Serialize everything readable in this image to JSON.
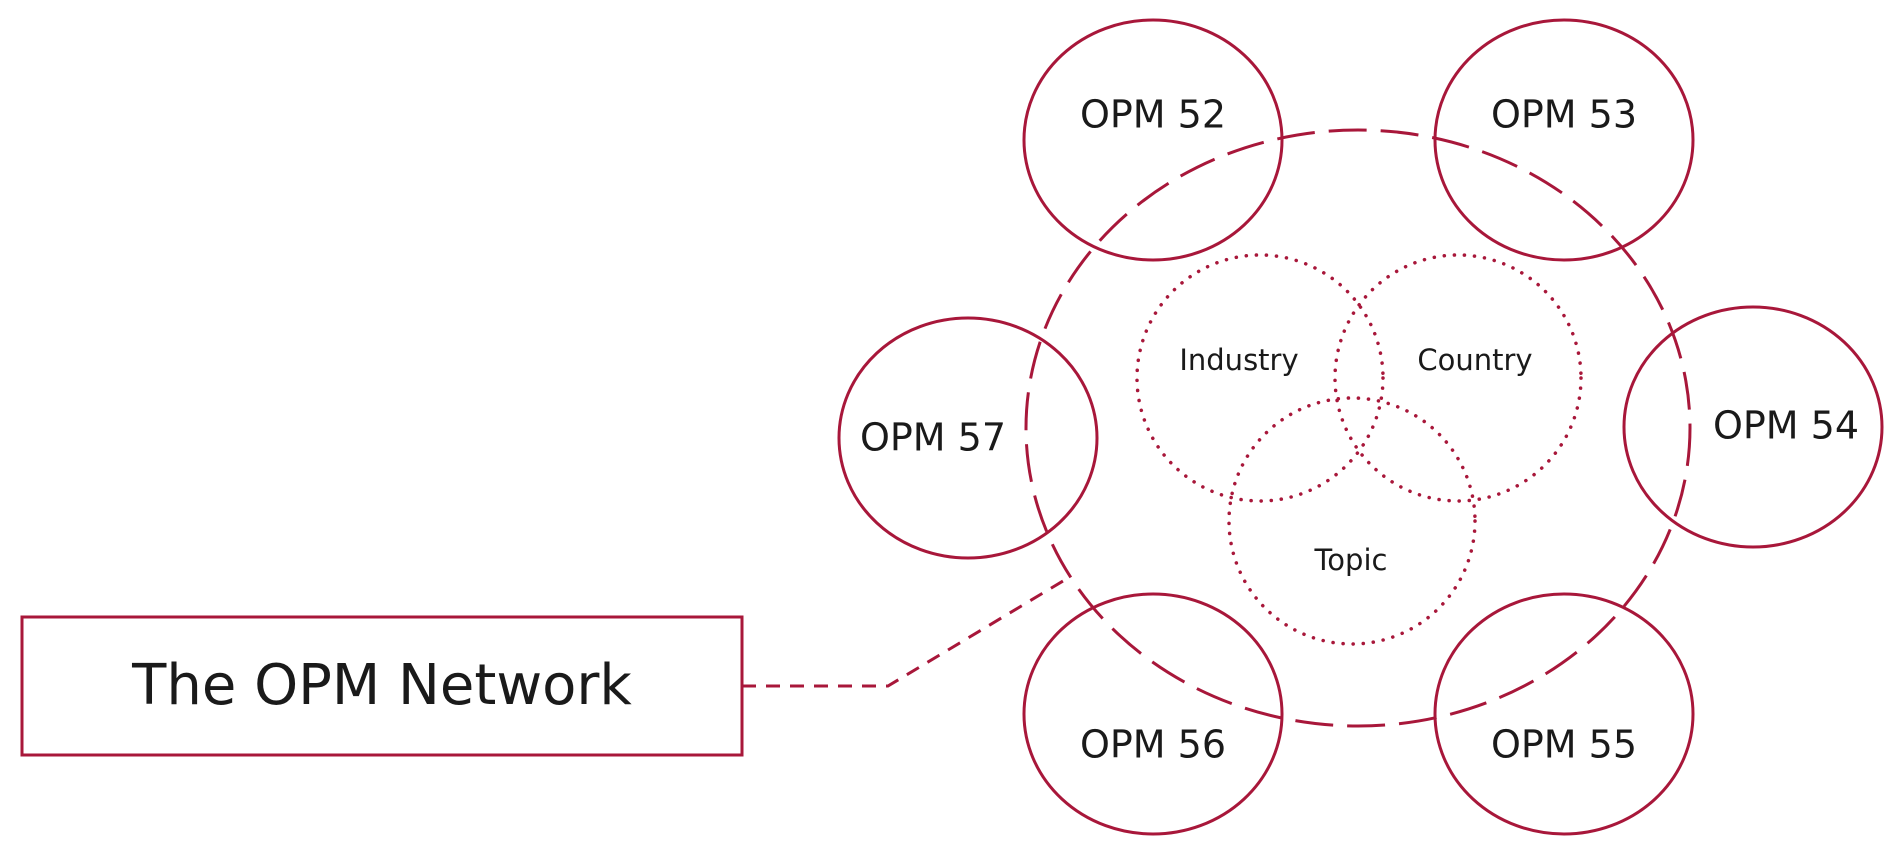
{
  "colors": {
    "accent": "#a8173a",
    "text": "#1a1a1a",
    "background": "#ffffff"
  },
  "network_label": "The OPM Network",
  "opm_nodes": [
    {
      "label": "OPM 52"
    },
    {
      "label": "OPM 53"
    },
    {
      "label": "OPM 54"
    },
    {
      "label": "OPM 55"
    },
    {
      "label": "OPM 56"
    },
    {
      "label": "OPM 57"
    }
  ],
  "venn": {
    "industry": "Industry",
    "country": "Country",
    "topic": "Topic"
  }
}
